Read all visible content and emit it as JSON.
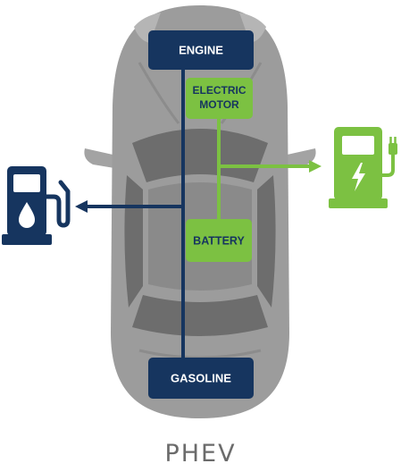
{
  "diagram": {
    "title": "PHEV",
    "components": {
      "engine": "ENGINE",
      "electric_motor_line1": "ELECTRIC",
      "electric_motor_line2": "MOTOR",
      "battery": "BATTERY",
      "gasoline": "GASOLINE"
    },
    "icons": {
      "gas_pump": "gas-pump-icon",
      "ev_charger": "ev-charger-icon"
    },
    "colors": {
      "navy": "#16355f",
      "green": "#7cc142",
      "car_body": "#9c9c9c",
      "car_glass": "#6d6d6d"
    }
  }
}
